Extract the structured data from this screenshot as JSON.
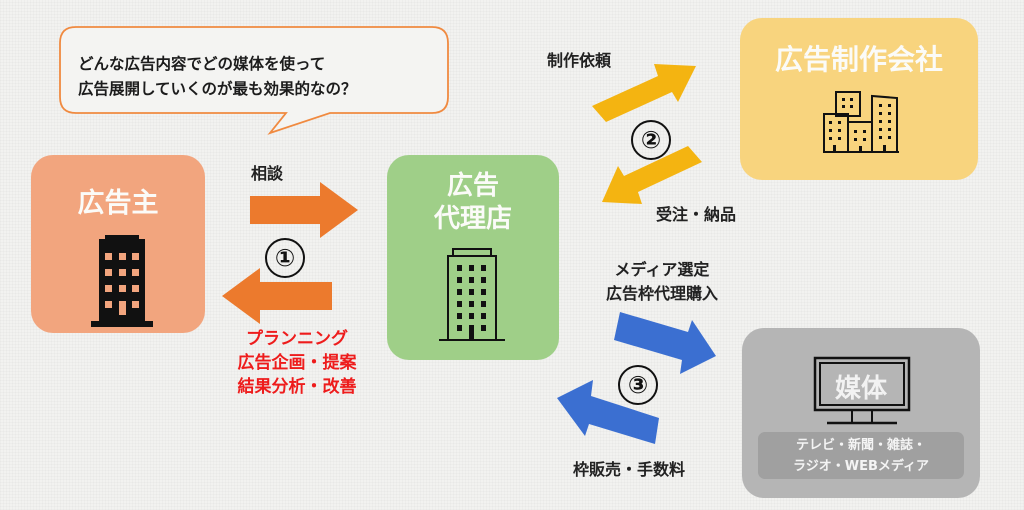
{
  "speech_bubble": {
    "line1": "どんな広告内容でどの媒体を使って",
    "line2": "広告展開していくのが最も効果的なの？",
    "border_color": "#f08a40"
  },
  "advertiser": {
    "title": "広告主",
    "icon": "building-icon",
    "color": "#f2a57e"
  },
  "agency": {
    "title_line1": "広告",
    "title_line2": "代理店",
    "icon": "office-building-icon",
    "color": "#9fcf88"
  },
  "production": {
    "title": "広告制作会社",
    "icon": "city-buildings-icon",
    "color": "#f8d47e"
  },
  "media": {
    "title": "媒体",
    "icon": "tv-monitor-icon",
    "examples_line1": "テレビ・新聞・雑誌・",
    "examples_line2": "ラジオ・WEBメディア",
    "color": "#b5b5b5"
  },
  "flow1": {
    "number": "①",
    "to_label": "相談",
    "from_lines": [
      "プランニング",
      "広告企画・提案",
      "結果分析・改善"
    ],
    "arrow_color": "#ec7a2d",
    "from_color": "#ee1c1c"
  },
  "flow2": {
    "number": "②",
    "to_label": "制作依頼",
    "from_label": "受注・納品",
    "arrow_color": "#f4b411"
  },
  "flow3": {
    "number": "③",
    "to_line1": "メディア選定",
    "to_line2": "広告枠代理購入",
    "from_label": "枠販売・手数料",
    "arrow_color": "#3b6fd1"
  }
}
